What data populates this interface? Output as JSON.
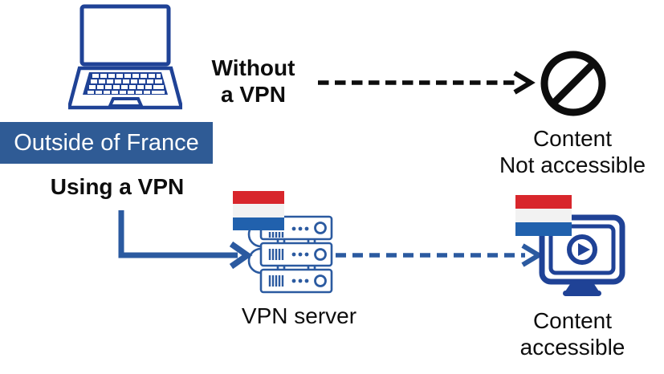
{
  "diagram": {
    "laptop_label": "Outside of France",
    "without_vpn": {
      "line1": "Without",
      "line2": "a VPN"
    },
    "using_vpn": {
      "label": "Using a VPN"
    },
    "vpn_server": {
      "label": "VPN server"
    },
    "blocked_result": {
      "line1": "Content",
      "line2": "Not accessible"
    },
    "allowed_result": {
      "line1": "Content",
      "line2": "accessible"
    },
    "colors": {
      "icon_navy": "#1f4296",
      "arrow_blue": "#2b5aa0",
      "label_background": "#2f5b95",
      "flag_red": "#d8262c",
      "flag_white": "#f2f2f2",
      "flag_blue": "#2161ad",
      "text_black": "#0d0d0d"
    },
    "icons": [
      "laptop-icon",
      "prohibition-icon",
      "server-stack-icon",
      "monitor-play-icon",
      "flag-icon-server",
      "flag-icon-monitor"
    ]
  }
}
